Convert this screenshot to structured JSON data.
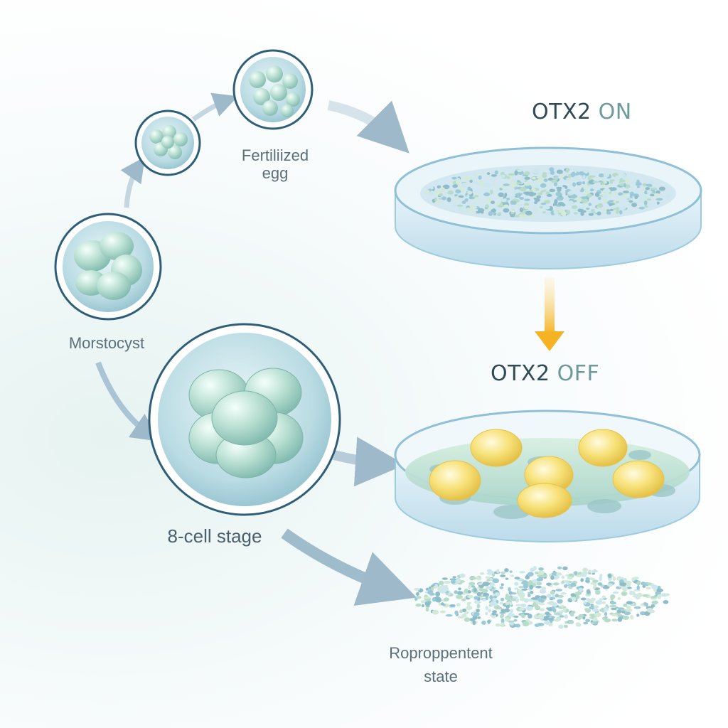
{
  "labels": {
    "fertilized_line1": "Fertiliized",
    "fertilized_line2": "egg",
    "morula": "Morstocyst",
    "eight_cell": "8-cell stage",
    "reprogramming_line1": "Roproppentent",
    "reprogramming_line2": "state"
  },
  "titles": {
    "otx2_on_gene": "OTX2",
    "otx2_on_state": "ON",
    "otx2_off_gene": "OTX2",
    "otx2_off_state": "OFF"
  },
  "colors": {
    "cell_green": "#bfe3d6",
    "cell_yellow": "#f7e27a",
    "ring_blue": "#2f5f78",
    "arrow_yellow": "#f5b324",
    "arrow_blue": "#a9c4d4"
  }
}
